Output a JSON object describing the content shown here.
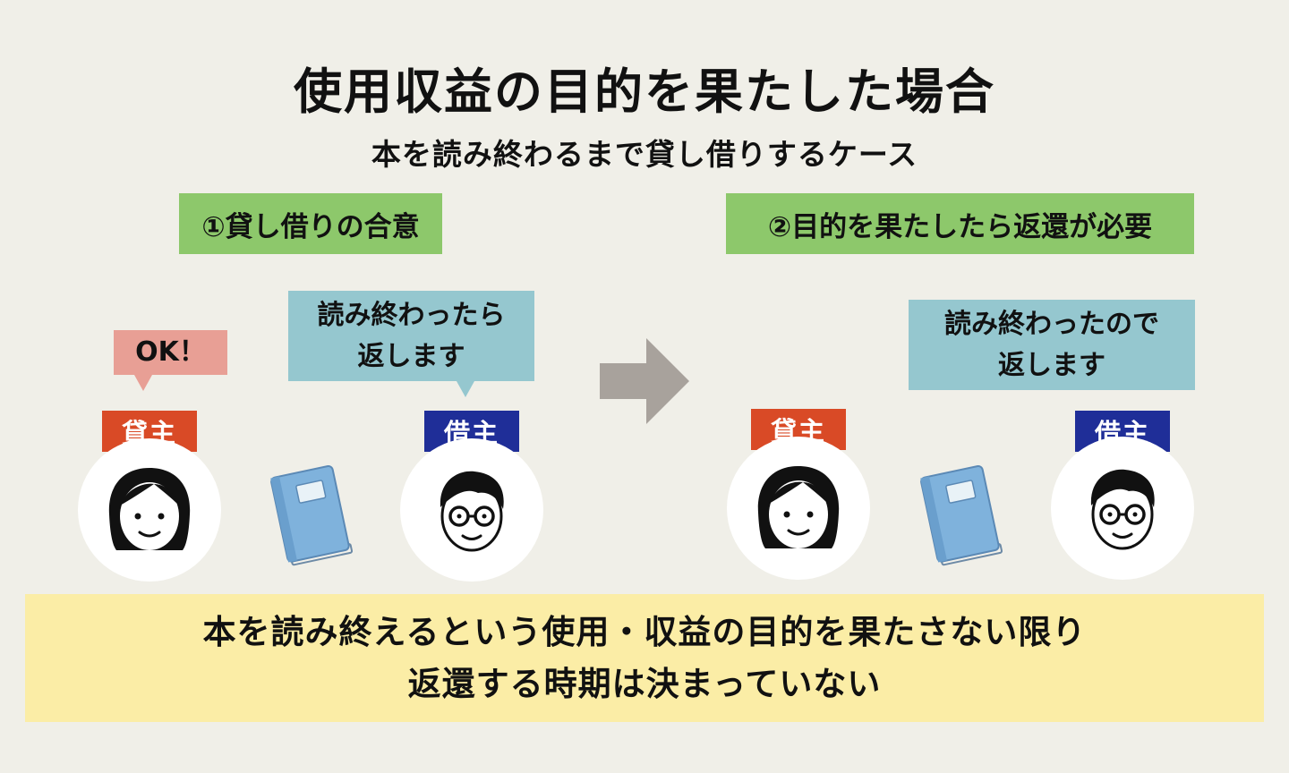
{
  "title": "使用収益の目的を果たした場合",
  "subtitle": "本を読み終わるまで貸し借りするケース",
  "steps": [
    {
      "label": "①貸し借りの合意"
    },
    {
      "label": "②目的を果たしたら返還が必要"
    }
  ],
  "scene1": {
    "lender_speech": "OK！",
    "borrower_speech": [
      "読み終わったら",
      "返します"
    ],
    "lender_tag": "貸主",
    "borrower_tag": "借主"
  },
  "scene2": {
    "borrower_speech": [
      "読み終わったので",
      "返します"
    ],
    "lender_tag": "貸主",
    "borrower_tag": "借主"
  },
  "note": {
    "line1": "本を読み終えるという使用・収益の目的を果たさない限り",
    "line2": "返還する時期は決まっていない"
  },
  "colors": {
    "step_bg": "#8dc86b",
    "bubble_blue": "#95c7cf",
    "bubble_pink": "#e89f95",
    "tag_red": "#d94a26",
    "tag_navy": "#1f2e98",
    "note_bg": "#fbeda6",
    "book": "#7fb2dc",
    "arrow": "#a8a29c"
  },
  "icons": [
    "woman-avatar-icon",
    "man-glasses-avatar-icon",
    "book-icon",
    "arrow-right-icon"
  ]
}
